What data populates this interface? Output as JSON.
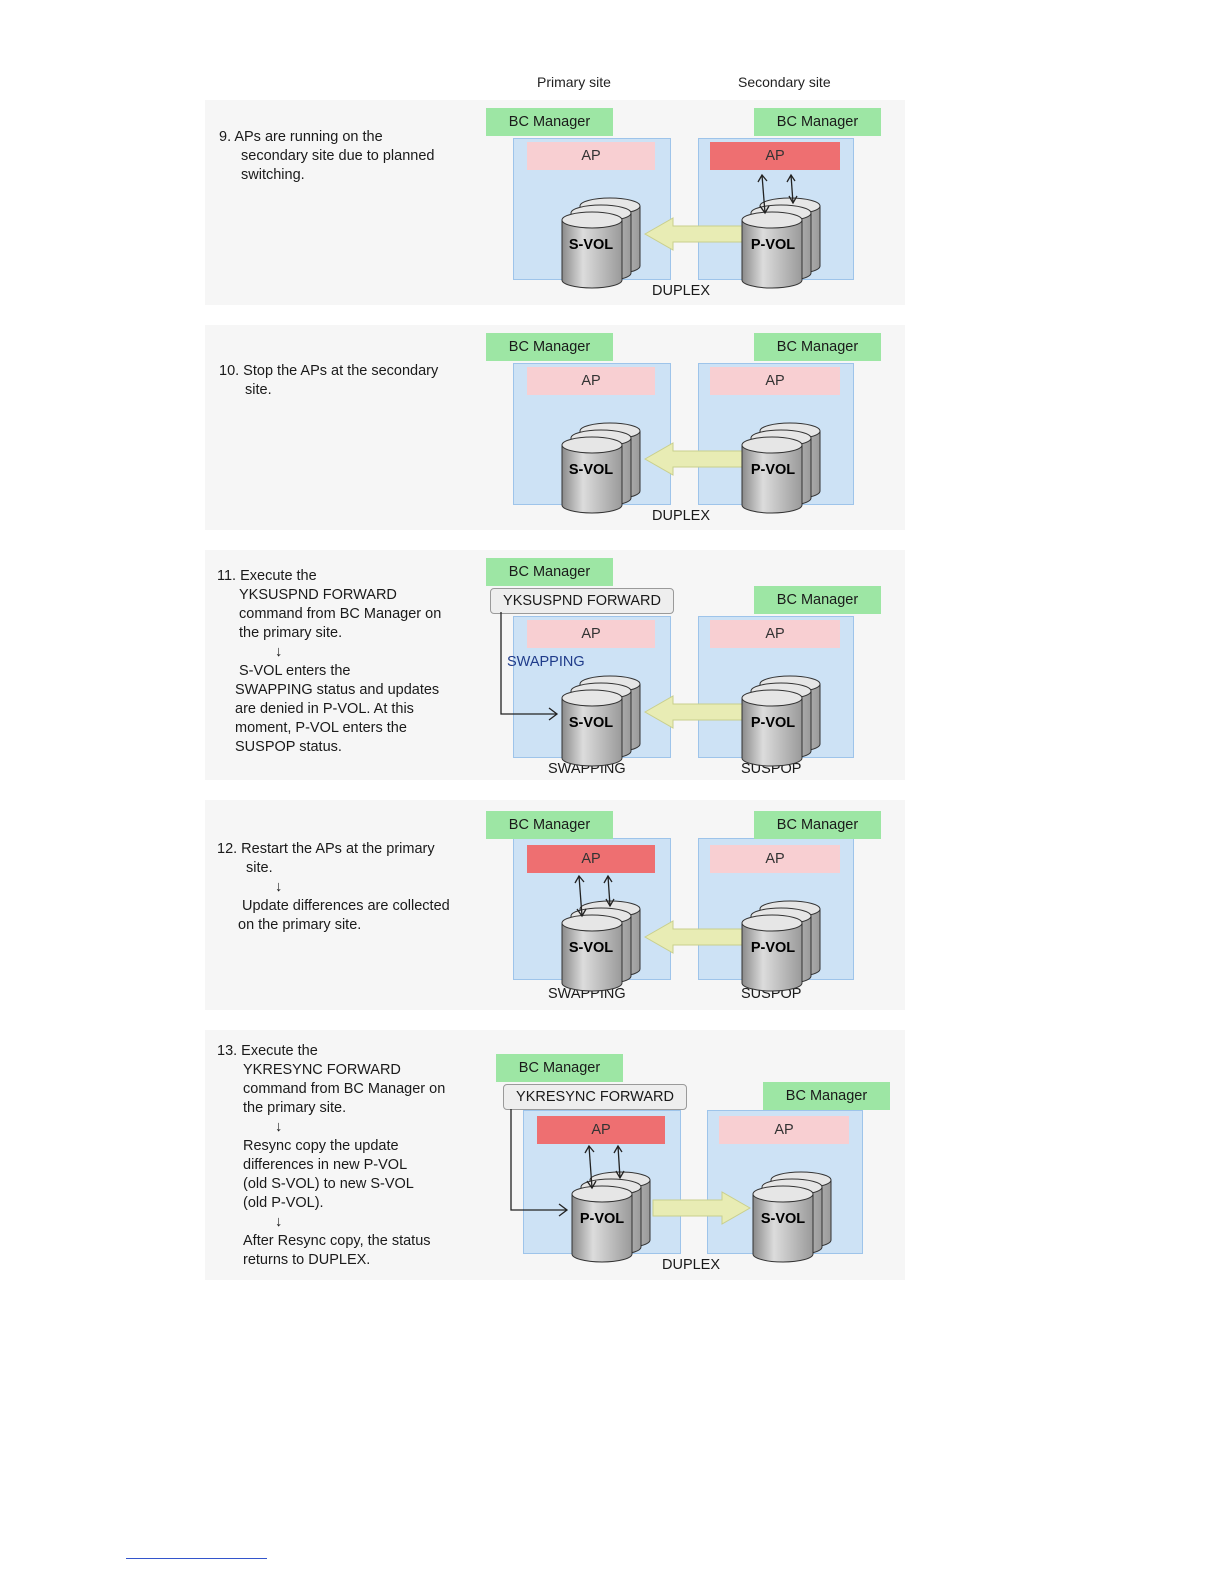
{
  "headers": {
    "primary": "Primary site",
    "secondary": "Secondary site"
  },
  "labels": {
    "bc_manager": "BC Manager",
    "ap": "AP",
    "svol": "S-VOL",
    "pvol": "P-VOL",
    "duplex": "DUPLEX",
    "swapping": "SWAPPING",
    "suspop": "SUSPOP"
  },
  "steps": [
    {
      "lines": [
        "9. APs are running on the",
        "secondary site due to planned",
        "switching."
      ]
    },
    {
      "lines": [
        "10. Stop the APs at the secondary",
        "site."
      ]
    },
    {
      "lines": [
        "11. Execute the",
        "YKSUSPND FORWARD",
        "command from BC Manager on",
        "the primary site.",
        "↓",
        "S-VOL enters the",
        "SWAPPING status and updates",
        "are denied in P-VOL. At this",
        "moment, P-VOL enters the",
        "SUSPOP status."
      ],
      "command": "YKSUSPND FORWARD"
    },
    {
      "lines": [
        "12. Restart the APs at the primary",
        "site.",
        "↓",
        "Update differences are collected",
        "on the primary site."
      ]
    },
    {
      "lines": [
        "13. Execute the",
        "YKRESYNC FORWARD",
        "command from BC Manager on",
        "the primary site.",
        "↓",
        "Resync copy the update",
        "differences in new P-VOL",
        "(old S-VOL) to new S-VOL",
        "(old P-VOL).",
        "↓",
        "After Resync copy, the status",
        "returns to DUPLEX."
      ],
      "command": "YKRESYNC FORWARD"
    }
  ],
  "colors": {
    "site_bg": "#cde2f5",
    "bc_manager": "#9de6a4",
    "ap_idle": "#f8cfd2",
    "ap_active": "#ee6f71",
    "copy_arrow": "#e8ecb4"
  }
}
